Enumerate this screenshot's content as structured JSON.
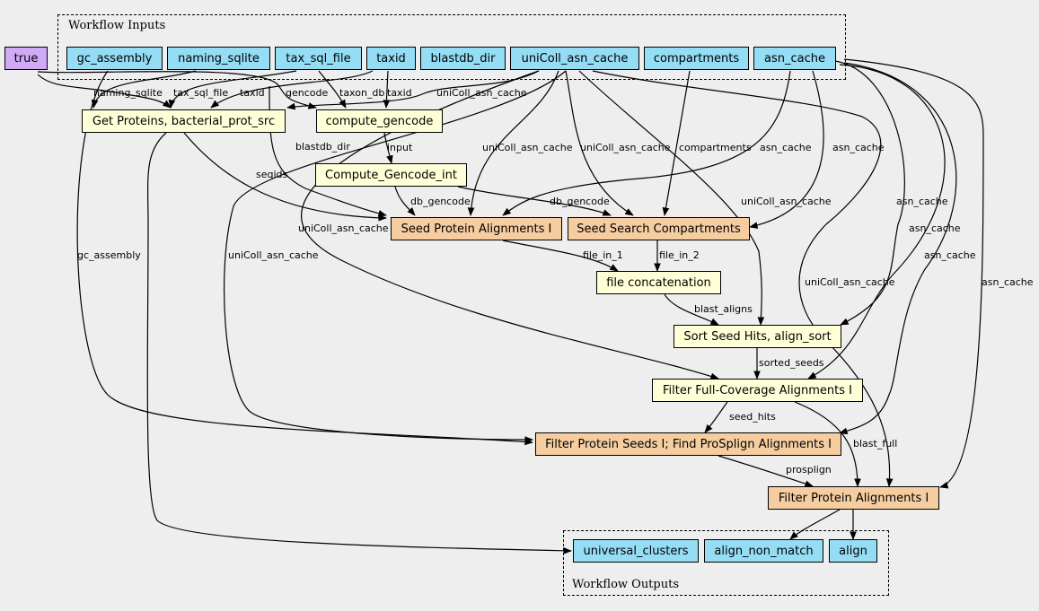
{
  "clusters": {
    "inputs_label": "Workflow Inputs",
    "outputs_label": "Workflow Outputs"
  },
  "nodes": {
    "true": "true",
    "gc_assembly": "gc_assembly",
    "naming_sqlite": "naming_sqlite",
    "tax_sql_file": "tax_sql_file",
    "taxid": "taxid",
    "blastdb_dir": "blastdb_dir",
    "uniColl_asn_cache": "uniColl_asn_cache",
    "compartments": "compartments",
    "asn_cache": "asn_cache",
    "get_proteins": "Get Proteins, bacterial_prot_src",
    "compute_gencode": "compute_gencode",
    "compute_gencode_int": "Compute_Gencode_int",
    "seed_protein_alignments": "Seed Protein Alignments I",
    "seed_search_compartments": "Seed Search Compartments",
    "file_concatenation": "file concatenation",
    "sort_seed_hits": "Sort Seed Hits, align_sort",
    "filter_full_coverage": "Filter Full-Coverage Alignments I",
    "filter_protein_seeds": "Filter Protein Seeds I; Find ProSplign Alignments I",
    "filter_protein_alignments": "Filter Protein Alignments I",
    "universal_clusters": "universal_clusters",
    "align_non_match": "align_non_match",
    "align": "align"
  },
  "edge_labels": {
    "naming_sqlite": "naming_sqlite",
    "tax_sql_file": "tax_sql_file",
    "taxid_1": "taxid",
    "gencode": "gencode",
    "taxon_db": "taxon_db",
    "taxid_2": "taxid",
    "unicoll_1": "uniColl_asn_cache",
    "blastdb_dir": "blastdb_dir",
    "input": "input",
    "seqids": "seqids",
    "unicoll_2": "uniColl_asn_cache",
    "unicoll_3": "uniColl_asn_cache",
    "compartments": "compartments",
    "asn_cache_1": "asn_cache",
    "asn_cache_2": "asn_cache",
    "db_gencode_1": "db_gencode",
    "db_gencode_2": "db_gencode",
    "unicoll_4": "uniColl_asn_cache",
    "asn_cache_3": "asn_cache",
    "asn_cache_4": "asn_cache",
    "unicoll_5": "uniColl_asn_cache",
    "gc_assembly": "gc_assembly",
    "unicoll_6": "uniColl_asn_cache",
    "asn_cache_5": "asn_cache",
    "asn_cache_6": "asn_cache",
    "file_in_1": "file_in_1",
    "file_in_2": "file_in_2",
    "unicoll_7": "uniColl_asn_cache",
    "blast_aligns": "blast_aligns",
    "sorted_seeds": "sorted_seeds",
    "seed_hits": "seed_hits",
    "blast_full": "blast_full",
    "prosplign": "prosplign"
  },
  "colors": {
    "background": "#eeeeee",
    "io_node": "#94ddf4",
    "bool_node": "#d0aaf5",
    "task_node": "#ffffd7",
    "subworkflow_node": "#f5cda0",
    "edge": "#000000"
  }
}
